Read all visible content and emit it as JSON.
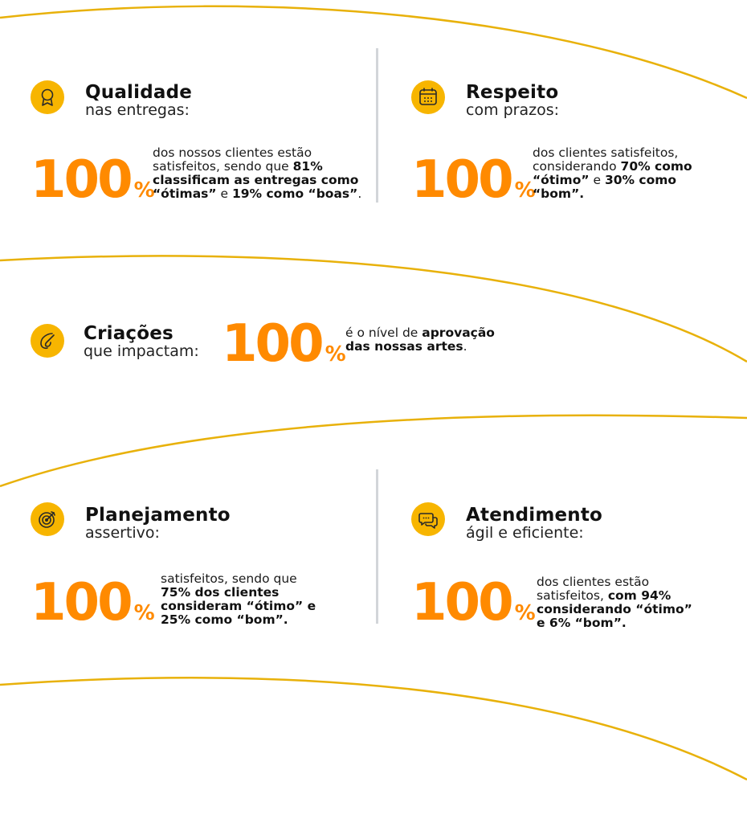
{
  "colors": {
    "accent": "#f7b500",
    "number": "#ff8a00",
    "curve": "#e8b10a",
    "divider": "#d2d5d9"
  },
  "cards": {
    "qualidade": {
      "icon": "ribbon-award-icon",
      "title": "Qualidade",
      "subtitle": "nas entregas:",
      "number": "100",
      "percent": "%",
      "d1": "dos nossos clientes estão satisfeitos, sendo que ",
      "d2": "81% classificam as entregas como “ótimas”",
      "d3": " e ",
      "d4": "19% como “boas”",
      "d5": "."
    },
    "respeito": {
      "icon": "calendar-icon",
      "title": "Respeito",
      "subtitle": "com prazos:",
      "number": "100",
      "percent": "%",
      "d1": "dos clientes satisfeitos, considerando ",
      "d2": "70% como “ótimo”",
      "d3": " e ",
      "d4": "30% como “bom”."
    },
    "criacoes": {
      "icon": "paint-brush-icon",
      "title": "Criações",
      "subtitle": "que impactam:",
      "number": "100",
      "percent": "%",
      "d1": "é o nível de ",
      "d2": "aprovação das nossas artes",
      "d3": "."
    },
    "planejamento": {
      "icon": "target-arrow-icon",
      "title": "Planejamento",
      "subtitle": "assertivo:",
      "number": "100",
      "percent": "%",
      "d1": "satisfeitos, sendo que ",
      "d2": "75% dos clientes consideram “ótimo” e 25% como “bom”."
    },
    "atendimento": {
      "icon": "chat-bubbles-icon",
      "title": "Atendimento",
      "subtitle": "ágil e eficiente:",
      "number": "100",
      "percent": "%",
      "d1": "dos clientes estão satisfeitos, ",
      "d2": "com 94% considerando  “ótimo” e 6% “bom”."
    }
  }
}
